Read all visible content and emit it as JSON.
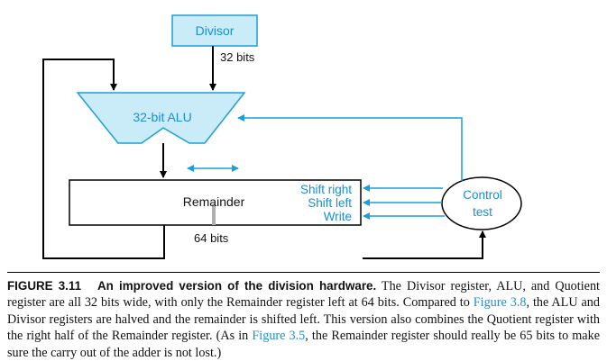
{
  "diagram": {
    "divisor": "Divisor",
    "divisor_width": "32 bits",
    "alu": "32-bit ALU",
    "remainder": "Remainder",
    "remainder_width": "64 bits",
    "control": [
      "Control",
      "test"
    ],
    "signals": [
      "Shift right",
      "Shift left",
      "Write"
    ]
  },
  "caption": {
    "figure": "FIGURE 3.11",
    "title": "An improved version of the division hardware.",
    "seg1": " The Divisor register, ALU, and Quotient register are all 32 bits wide, with only the Remainder register left at 64 bits. Compared to ",
    "link1": "Figure 3.8",
    "seg2": ", the ALU and Divisor registers are halved and the remainder is shifted left. This version also combines the Quotient register with the right half of the Remainder register. (As in ",
    "link2": "Figure 3.5",
    "seg3": ", the Remainder register should really be 65 bits to make sure the carry out of the adder is not lost.)"
  },
  "colors": {
    "box_fill": "#c9ecf8",
    "box_stroke": "#1b9fd9",
    "link": "#1c8fd6"
  }
}
